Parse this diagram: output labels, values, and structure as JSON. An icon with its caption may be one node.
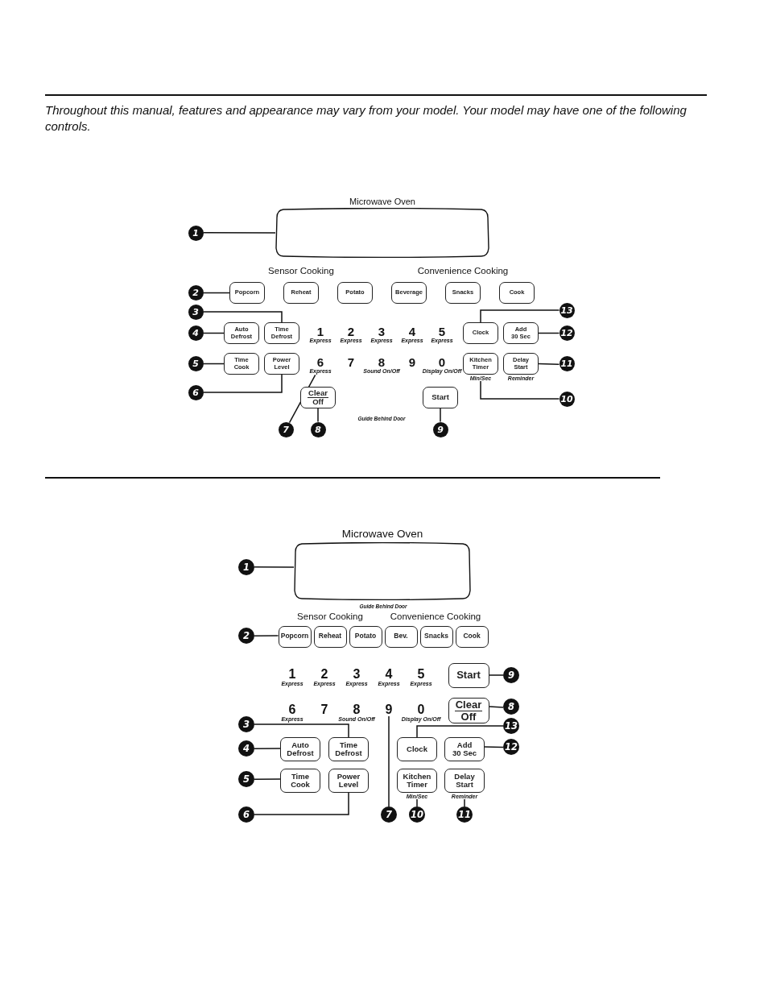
{
  "diagram": {
    "nodes": [
      {
        "text": [
          "Microwave Oven"
        ]
      },
      {
        "text": [
          "Popcorn"
        ]
      },
      {
        "text": [
          "Reheat"
        ]
      },
      {
        "text": [
          "Potato"
        ]
      },
      {
        "text": [
          "Beverage"
        ]
      },
      {
        "text": [
          "Snacks"
        ]
      },
      {
        "text": [
          "Cook"
        ]
      },
      {
        "text": [
          "Auto Defrost"
        ]
      },
      {
        "text": [
          "Time Defrost"
        ]
      },
      {
        "text": [
          "1",
          "Express"
        ]
      },
      {
        "text": [
          "2",
          "Express"
        ]
      },
      {
        "text": [
          "3",
          "Express"
        ]
      },
      {
        "text": [
          "4",
          "Express"
        ]
      },
      {
        "text": [
          "5",
          "Express"
        ]
      },
      {
        "text": [
          "Clock"
        ]
      },
      {
        "text": [
          "Add 30 Sec"
        ]
      },
      {
        "text": [
          "Time Cook"
        ]
      },
      {
        "text": [
          "Power Level"
        ]
      },
      {
        "text": [
          "6",
          "Express"
        ]
      },
      {
        "text": [
          "7"
        ]
      },
      {
        "text": [
          "8",
          "Sound On/Off"
        ]
      },
      {
        "text": [
          "9"
        ]
      },
      {
        "text": [
          "0",
          "Display On/Off"
        ]
      },
      {
        "text": [
          "Kitchen Timer"
        ],
        "beside": [
          "Min/Sec"
        ]
      },
      {
        "text": [
          "Delay Start"
        ],
        "beside": [
          "Reminder"
        ]
      },
      {
        "text": [
          "Clear",
          "Off"
        ]
      },
      {
        "text": [
          "Start"
        ]
      },
      {
        "text": [
          "1"
        ]
      },
      {
        "text": [
          "2"
        ]
      },
      {
        "text": [
          "3"
        ]
      },
      {
        "text": [
          "4"
        ]
      },
      {
        "text": [
          "5"
        ]
      },
      {
        "text": [
          "6"
        ]
      },
      {
        "text": [
          "7"
        ]
      },
      {
        "text": [
          "8"
        ]
      },
      {
        "text": [
          "9"
        ]
      },
      {
        "text": [
          "10"
        ]
      },
      {
        "text": [
          "11"
        ]
      },
      {
        "text": [
          "12"
        ]
      },
      {
        "text": [
          "13"
        ]
      },
      {
        "text": [
          "Microwave Oven"
        ]
      },
      {
        "text": [
          "Popcorn"
        ]
      },
      {
        "text": [
          "Reheat"
        ]
      },
      {
        "text": [
          "Potato"
        ]
      },
      {
        "text": [
          "Bev."
        ]
      },
      {
        "text": [
          "Snacks"
        ]
      },
      {
        "text": [
          "Cook"
        ]
      },
      {
        "text": [
          "1",
          "Express"
        ]
      },
      {
        "text": [
          "2",
          "Express"
        ]
      },
      {
        "text": [
          "3",
          "Express"
        ]
      },
      {
        "text": [
          "4",
          "Express"
        ]
      },
      {
        "text": [
          "5",
          "Express"
        ]
      },
      {
        "text": [
          "Start"
        ]
      },
      {
        "text": [
          "6",
          "Express"
        ]
      },
      {
        "text": [
          "7"
        ]
      },
      {
        "text": [
          "8",
          "Sound On/Off"
        ]
      },
      {
        "text": [
          "9"
        ]
      },
      {
        "text": [
          "0",
          "Display On/Off"
        ]
      },
      {
        "text": [
          "Clear",
          "Off"
        ]
      },
      {
        "text": [
          "Auto Defrost"
        ]
      },
      {
        "text": [
          "Time Defrost"
        ]
      },
      {
        "text": [
          "Clock"
        ]
      },
      {
        "text": [
          "Add 30 Sec"
        ]
      },
      {
        "text": [
          "Time Cook"
        ]
      },
      {
        "text": [
          "Power Level"
        ]
      },
      {
        "text": [
          "Kitchen Timer"
        ],
        "beside": [
          "Min/Sec"
        ]
      },
      {
        "text": [
          "Delay Start"
        ],
        "beside": [
          "Reminder"
        ]
      },
      {
        "text": [
          "1"
        ]
      },
      {
        "text": [
          "2"
        ]
      },
      {
        "text": [
          "3"
        ]
      },
      {
        "text": [
          "4"
        ]
      },
      {
        "text": [
          "5"
        ]
      },
      {
        "text": [
          "6"
        ]
      },
      {
        "text": [
          "7"
        ]
      },
      {
        "text": [
          "8"
        ]
      },
      {
        "text": [
          "9"
        ]
      },
      {
        "text": [
          "10"
        ]
      },
      {
        "text": [
          "11"
        ]
      },
      {
        "text": [
          "12"
        ]
      },
      {
        "text": [
          "13"
        ]
      }
    ],
    "edges": [
      {
        "from": 27,
        "to": 0,
        "arrow": "none"
      },
      {
        "from": 28,
        "to": 1,
        "arrow": "none"
      },
      {
        "from": 29,
        "to": 8,
        "arrow": "none"
      },
      {
        "from": 30,
        "to": 7,
        "arrow": "none"
      },
      {
        "from": 31,
        "to": 16,
        "arrow": "none"
      },
      {
        "from": 32,
        "to": 17,
        "arrow": "none"
      },
      {
        "from": 33,
        "to": 18,
        "arrow": "none"
      },
      {
        "from": 34,
        "to": 25,
        "arrow": "none"
      },
      {
        "from": 35,
        "to": 26,
        "arrow": "none"
      },
      {
        "from": 36,
        "to": 23,
        "arrow": "none"
      },
      {
        "from": 37,
        "to": 24,
        "arrow": "none"
      },
      {
        "from": 38,
        "to": 15,
        "arrow": "none"
      },
      {
        "from": 39,
        "to": 14,
        "arrow": "none"
      },
      {
        "from": 67,
        "to": 40,
        "arrow": "none"
      },
      {
        "from": 68,
        "to": 41,
        "arrow": "none"
      },
      {
        "from": 69,
        "to": 60,
        "arrow": "none"
      },
      {
        "from": 70,
        "to": 59,
        "arrow": "none"
      },
      {
        "from": 71,
        "to": 63,
        "arrow": "none"
      },
      {
        "from": 72,
        "to": 64,
        "arrow": "none"
      },
      {
        "from": 73,
        "to": 56,
        "arrow": "none"
      },
      {
        "from": 74,
        "to": 58,
        "arrow": "none"
      },
      {
        "from": 75,
        "to": 52,
        "arrow": "none"
      },
      {
        "from": 76,
        "to": 65,
        "arrow": "none"
      },
      {
        "from": 77,
        "to": 66,
        "arrow": "none"
      },
      {
        "from": 78,
        "to": 62,
        "arrow": "none"
      },
      {
        "from": 79,
        "to": 61,
        "arrow": "none"
      }
    ],
    "labels": [
      "Throughout this manual, features and appearance may vary from your model. Your model may have one of the following controls.",
      "Sensor Cooking",
      "Convenience Cooking",
      "Guide Behind Door",
      "Guide Behind Door",
      "Sensor Cooking",
      "Convenience Cooking"
    ]
  }
}
